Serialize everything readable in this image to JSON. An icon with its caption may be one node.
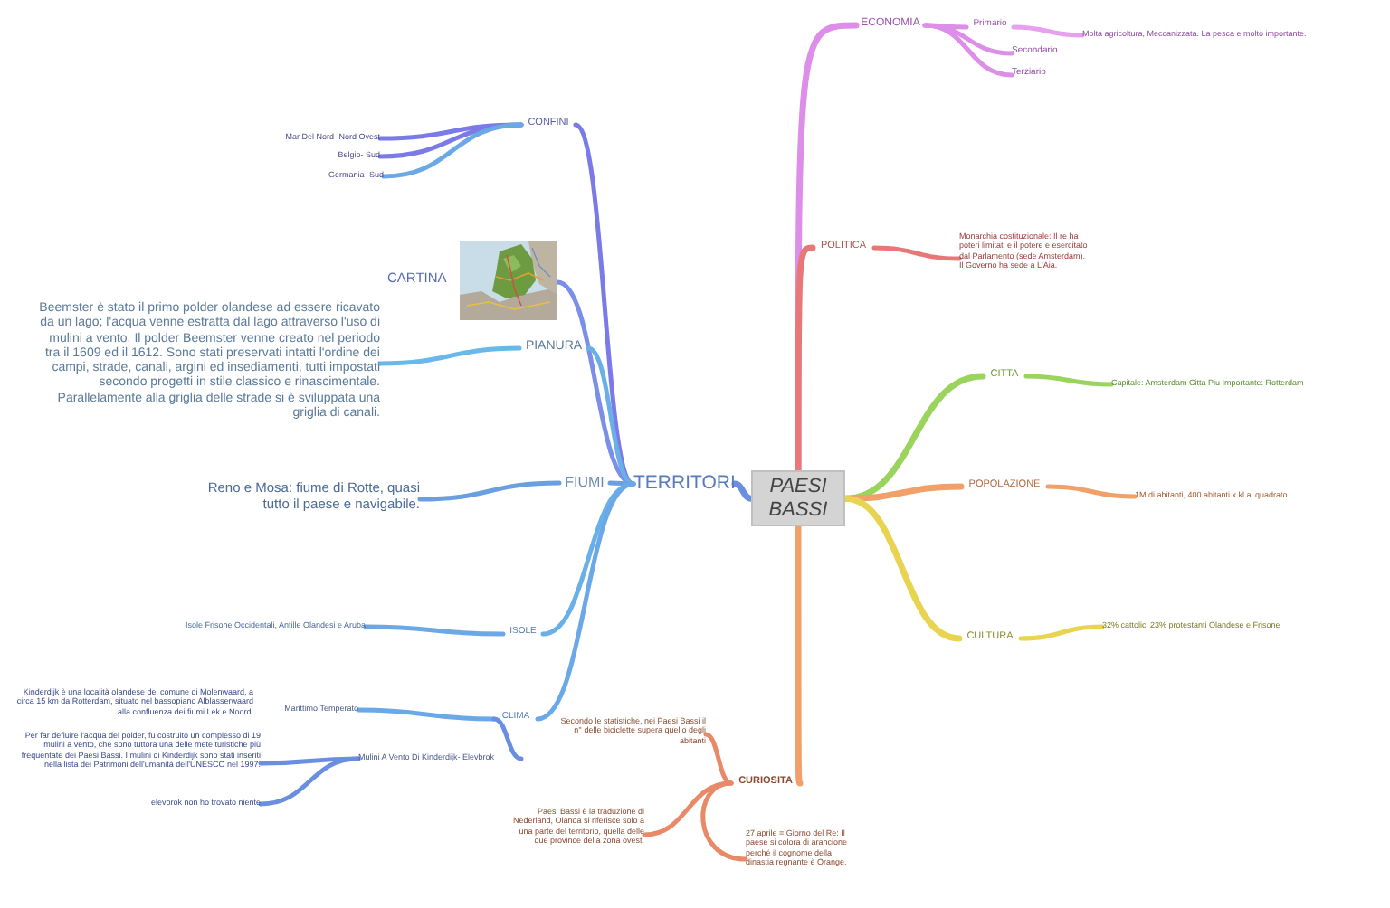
{
  "diagram": {
    "nodes": [
      {
        "text": [
          "PAESI BASSI"
        ]
      },
      {
        "text": [
          "TERRITORI"
        ]
      },
      {
        "text": [
          "CONFINI"
        ]
      },
      {
        "text": [
          "Mar Del Nord- Nord Ovest"
        ]
      },
      {
        "text": [
          "Belgio- Sud"
        ]
      },
      {
        "text": [
          "Germania- Sud"
        ]
      },
      {
        "text": [],
        "shape": "picture",
        "beside": [
          "CARTINA"
        ]
      },
      {
        "text": [
          "PIANURA"
        ]
      },
      {
        "text": [
          "Beemster è stato il primo polder olandese ad essere ricavato da un lago; l'acqua venne estratta dal lago attraverso l'uso di mulini a vento. Il polder Beemster venne creato nel periodo tra il 1609 ed il 1612. Sono stati preservati intatti l'ordine dei campi, strade, canali, argini ed insediamenti, tutti impostati secondo progetti in stile classico e rinascimentale. Parallelamente alla griglia delle strade si è sviluppata una griglia di canali."
        ]
      },
      {
        "text": [
          "FIUMI"
        ]
      },
      {
        "text": [
          "Reno e Mosa: fiume di Rotte, quasi tutto il paese e navigabile."
        ]
      },
      {
        "text": [
          "ISOLE"
        ]
      },
      {
        "text": [
          "Isole Frisone Occidentali, Antille Olandesi e Aruba"
        ]
      },
      {
        "text": [
          "CLIMA"
        ]
      },
      {
        "text": [
          "Marittimo Temperato"
        ]
      },
      {
        "text": [
          "Mulini A Vento Di Kinderdijk- Elevbrok"
        ]
      },
      {
        "text": [
          "Per far defluire l'acqua dei polder, fu costruito un complesso di 19 mulini a vento, che sono tuttora una delle mete turistiche più frequentate dei Paesi Bassi. I mulini di Kinderdijk sono stati inseriti nella lista dei Patrimoni dell'umanità dell'UNESCO nel 1997."
        ]
      },
      {
        "text": [
          "elevbrok non ho trovato niente"
        ]
      },
      {
        "text": [
          "ECONOMIA"
        ]
      },
      {
        "text": [
          "Primario"
        ]
      },
      {
        "text": [
          "Molta agricoltura, Meccanizzata. La pesca e molto importante."
        ]
      },
      {
        "text": [
          "Secondario"
        ]
      },
      {
        "text": [
          "Terziario"
        ]
      },
      {
        "text": [
          "POLITICA"
        ]
      },
      {
        "text": [
          "Monarchia costituzionale: Il re ha poteri limitati e il potere e esercitato dal Parlamento (sede Amsterdam). Il Governo ha sede a L'Aia."
        ]
      },
      {
        "text": [
          "CITTA"
        ]
      },
      {
        "text": [
          "Capitale: Amsterdam Citta Piu Importante: Rotterdam"
        ]
      },
      {
        "text": [
          "POPOLAZIONE"
        ]
      },
      {
        "text": [
          "1M di abitanti, 400 abitanti x kl al quadrato"
        ]
      },
      {
        "text": [
          "CULTURA"
        ]
      },
      {
        "text": [
          "32% cattolici 23% protestanti Olandese e Frisone"
        ]
      },
      {
        "text": [
          "CURIOSITA"
        ]
      },
      {
        "text": [
          "Secondo le statistiche, nei Paesi Bassi il n° delle biciclette supera quello degli abitanti"
        ]
      },
      {
        "text": [
          "Paesi Bassi è la traduzione di Nederland, Olanda si riferisce solo a una parte del territorio, quella delle due province della zona ovest."
        ]
      },
      {
        "text": [
          "27 aprile = Giorno del Re: Il paese si colora di arancione perché il cognome della dinastia regnante è Orange."
        ]
      }
    ],
    "edges": [
      {
        "from": 0,
        "to": 1,
        "arrow": "none",
        "color": "#6a8fe0"
      },
      {
        "from": 1,
        "to": 2,
        "arrow": "none",
        "color": "#7b7be8"
      },
      {
        "from": 2,
        "to": 3,
        "arrow": "none",
        "color": "#7b7be8"
      },
      {
        "from": 2,
        "to": 4,
        "arrow": "none",
        "color": "#7b7be8"
      },
      {
        "from": 2,
        "to": 5,
        "arrow": "none",
        "color": "#6aa8e8"
      },
      {
        "from": 1,
        "to": 6,
        "arrow": "none",
        "color": "#7b8fe8"
      },
      {
        "from": 1,
        "to": 7,
        "arrow": "none",
        "color": "#6ab0e8"
      },
      {
        "from": 7,
        "to": 8,
        "arrow": "none",
        "color": "#6ab8e8"
      },
      {
        "from": 1,
        "to": 9,
        "arrow": "none",
        "color": "#6aa0e0"
      },
      {
        "from": 9,
        "to": 10,
        "arrow": "none",
        "color": "#6aa0e0"
      },
      {
        "from": 1,
        "to": 11,
        "arrow": "none",
        "color": "#6ab0e8"
      },
      {
        "from": 11,
        "to": 12,
        "arrow": "none",
        "color": "#6aa8e8"
      },
      {
        "from": 1,
        "to": 13,
        "arrow": "none",
        "color": "#6aa8e8"
      },
      {
        "from": 13,
        "to": 14,
        "arrow": "none",
        "color": "#6aa8e8"
      },
      {
        "from": 13,
        "to": 15,
        "arrow": "none",
        "color": "#6a8fe0"
      },
      {
        "from": 15,
        "to": 16,
        "arrow": "none",
        "color": "#6a8fe0"
      },
      {
        "from": 15,
        "to": 17,
        "arrow": "none",
        "color": "#6a8fe0"
      },
      {
        "from": 0,
        "to": 18,
        "arrow": "none",
        "color": "#dd8ee8"
      },
      {
        "from": 18,
        "to": 19,
        "arrow": "none",
        "color": "#dd8ee8"
      },
      {
        "from": 19,
        "to": 20,
        "arrow": "none",
        "color": "#e6a0ee"
      },
      {
        "from": 18,
        "to": 21,
        "arrow": "none",
        "color": "#dd8ee8"
      },
      {
        "from": 18,
        "to": 22,
        "arrow": "none",
        "color": "#dd8ee8"
      },
      {
        "from": 0,
        "to": 23,
        "arrow": "none",
        "color": "#e87878"
      },
      {
        "from": 23,
        "to": 24,
        "arrow": "none",
        "color": "#e87878"
      },
      {
        "from": 0,
        "to": 25,
        "arrow": "none",
        "color": "#9bd45c"
      },
      {
        "from": 25,
        "to": 26,
        "arrow": "none",
        "color": "#9bd45c"
      },
      {
        "from": 0,
        "to": 27,
        "arrow": "none",
        "color": "#f0a068"
      },
      {
        "from": 27,
        "to": 28,
        "arrow": "none",
        "color": "#f0a068"
      },
      {
        "from": 0,
        "to": 29,
        "arrow": "none",
        "color": "#e8d450"
      },
      {
        "from": 29,
        "to": 30,
        "arrow": "none",
        "color": "#e8d450"
      },
      {
        "from": 0,
        "to": 31,
        "arrow": "none",
        "color": "#f0a068"
      },
      {
        "from": 31,
        "to": 32,
        "arrow": "none",
        "color": "#e88a68"
      },
      {
        "from": 31,
        "to": 33,
        "arrow": "none",
        "color": "#e88a68"
      },
      {
        "from": 31,
        "to": 34,
        "arrow": "none",
        "color": "#e88a68"
      }
    ],
    "labels": [
      "Kinderdijk è una località olandese del comune di Molenwaard, a circa 15 km da Rotterdam, situato nel bassopiano Alblasserwaard alla confluenza dei fiumi Lek e Noord."
    ]
  }
}
